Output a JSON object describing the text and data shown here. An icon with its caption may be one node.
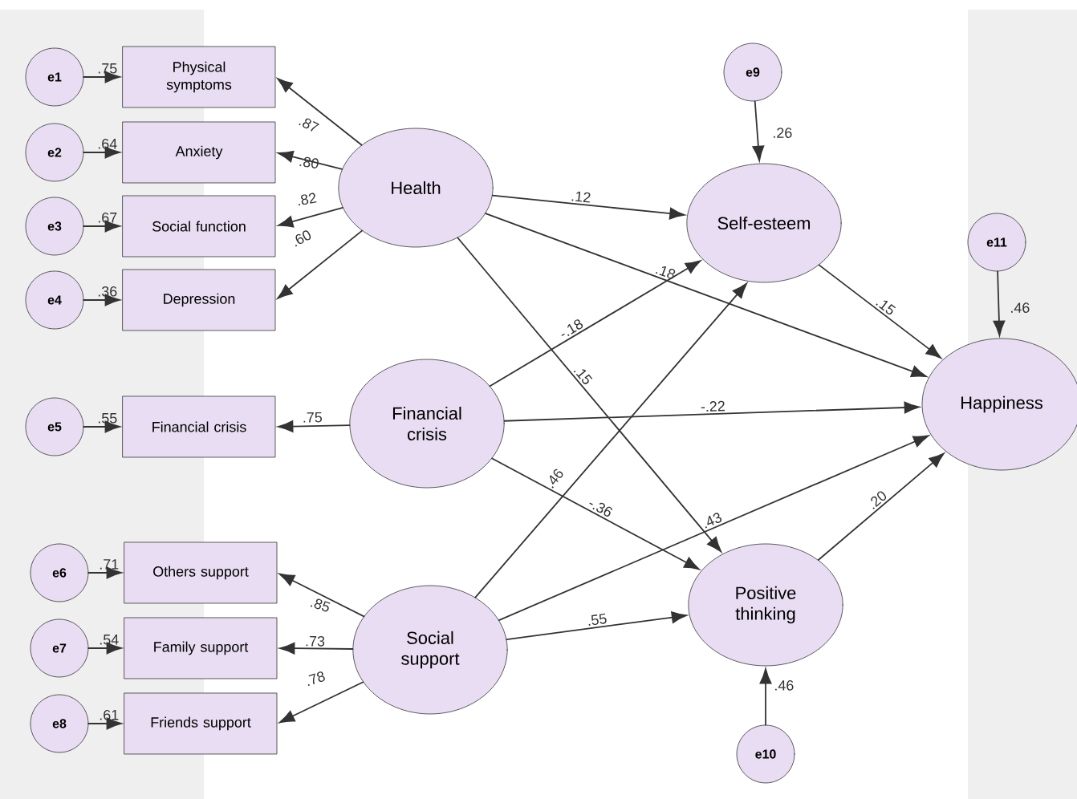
{
  "diagram": {
    "nodes": [
      {
        "text": [
          "e1"
        ]
      },
      {
        "text": [
          "Physical symptoms"
        ],
        "beside": [
          ".75"
        ]
      },
      {
        "text": [
          "e2"
        ]
      },
      {
        "text": [
          "Anxiety"
        ],
        "beside": [
          ".64"
        ]
      },
      {
        "text": [
          "e3"
        ]
      },
      {
        "text": [
          "Social function"
        ],
        "beside": [
          ".67"
        ]
      },
      {
        "text": [
          "e4"
        ]
      },
      {
        "text": [
          "Depression"
        ],
        "beside": [
          ".36"
        ]
      },
      {
        "text": [
          "Health"
        ]
      },
      {
        "text": [
          "e9"
        ]
      },
      {
        "text": [
          "Self-esteem"
        ],
        "beside": [
          ".26"
        ]
      },
      {
        "text": [
          "e11"
        ]
      },
      {
        "text": [
          "Happiness"
        ],
        "beside": [
          ".46"
        ]
      },
      {
        "text": [
          "e5"
        ]
      },
      {
        "text": [
          "Financial crisis"
        ],
        "beside": [
          ".55"
        ]
      },
      {
        "text": [
          "Financial crisis"
        ]
      },
      {
        "text": [
          "e6"
        ]
      },
      {
        "text": [
          "Others support"
        ],
        "beside": [
          ".71"
        ]
      },
      {
        "text": [
          "e7"
        ]
      },
      {
        "text": [
          "Family support"
        ],
        "beside": [
          ".54"
        ]
      },
      {
        "text": [
          "e8"
        ]
      },
      {
        "text": [
          "Friends support"
        ],
        "beside": [
          ".61"
        ]
      },
      {
        "text": [
          "Social support"
        ]
      },
      {
        "text": [
          "Positive thinking"
        ],
        "beside": [
          ".46"
        ]
      },
      {
        "text": [
          "e10"
        ]
      }
    ],
    "edges": [
      {
        "from": 0,
        "to": 1,
        "arrow": "to"
      },
      {
        "from": 2,
        "to": 3,
        "arrow": "to"
      },
      {
        "from": 4,
        "to": 5,
        "arrow": "to"
      },
      {
        "from": 6,
        "to": 7,
        "arrow": "to"
      },
      {
        "from": 13,
        "to": 14,
        "arrow": "to"
      },
      {
        "from": 16,
        "to": 17,
        "arrow": "to"
      },
      {
        "from": 18,
        "to": 19,
        "arrow": "to"
      },
      {
        "from": 20,
        "to": 21,
        "arrow": "to"
      },
      {
        "from": 9,
        "to": 10,
        "arrow": "to"
      },
      {
        "from": 11,
        "to": 12,
        "arrow": "to"
      },
      {
        "from": 24,
        "to": 23,
        "arrow": "to"
      },
      {
        "from": 8,
        "to": 1,
        "arrow": "to",
        "label": ".87"
      },
      {
        "from": 8,
        "to": 3,
        "arrow": "to",
        "label": ".80"
      },
      {
        "from": 8,
        "to": 5,
        "arrow": "to",
        "label": ".82"
      },
      {
        "from": 8,
        "to": 7,
        "arrow": "to",
        "label": ".60"
      },
      {
        "from": 8,
        "to": 10,
        "arrow": "to",
        "label": ".12"
      },
      {
        "from": 8,
        "to": 12,
        "arrow": "to",
        "label": ".18"
      },
      {
        "from": 8,
        "to": 23,
        "arrow": "to",
        "label": ".15"
      },
      {
        "from": 15,
        "to": 14,
        "arrow": "to",
        "label": ".75"
      },
      {
        "from": 15,
        "to": 10,
        "arrow": "to",
        "label": "-.18"
      },
      {
        "from": 15,
        "to": 12,
        "arrow": "to",
        "label": "-.22"
      },
      {
        "from": 15,
        "to": 23,
        "arrow": "to",
        "label": "-.36"
      },
      {
        "from": 22,
        "to": 17,
        "arrow": "to",
        "label": ".85"
      },
      {
        "from": 22,
        "to": 19,
        "arrow": "to",
        "label": ".73"
      },
      {
        "from": 22,
        "to": 21,
        "arrow": "to",
        "label": ".78"
      },
      {
        "from": 22,
        "to": 10,
        "arrow": "to",
        "label": ".46"
      },
      {
        "from": 22,
        "to": 12,
        "arrow": "to",
        "label": ".43"
      },
      {
        "from": 22,
        "to": 23,
        "arrow": "to",
        "label": ".55"
      },
      {
        "from": 10,
        "to": 12,
        "arrow": "to",
        "label": ".15"
      },
      {
        "from": 23,
        "to": 12,
        "arrow": "to",
        "label": ".20"
      }
    ]
  }
}
